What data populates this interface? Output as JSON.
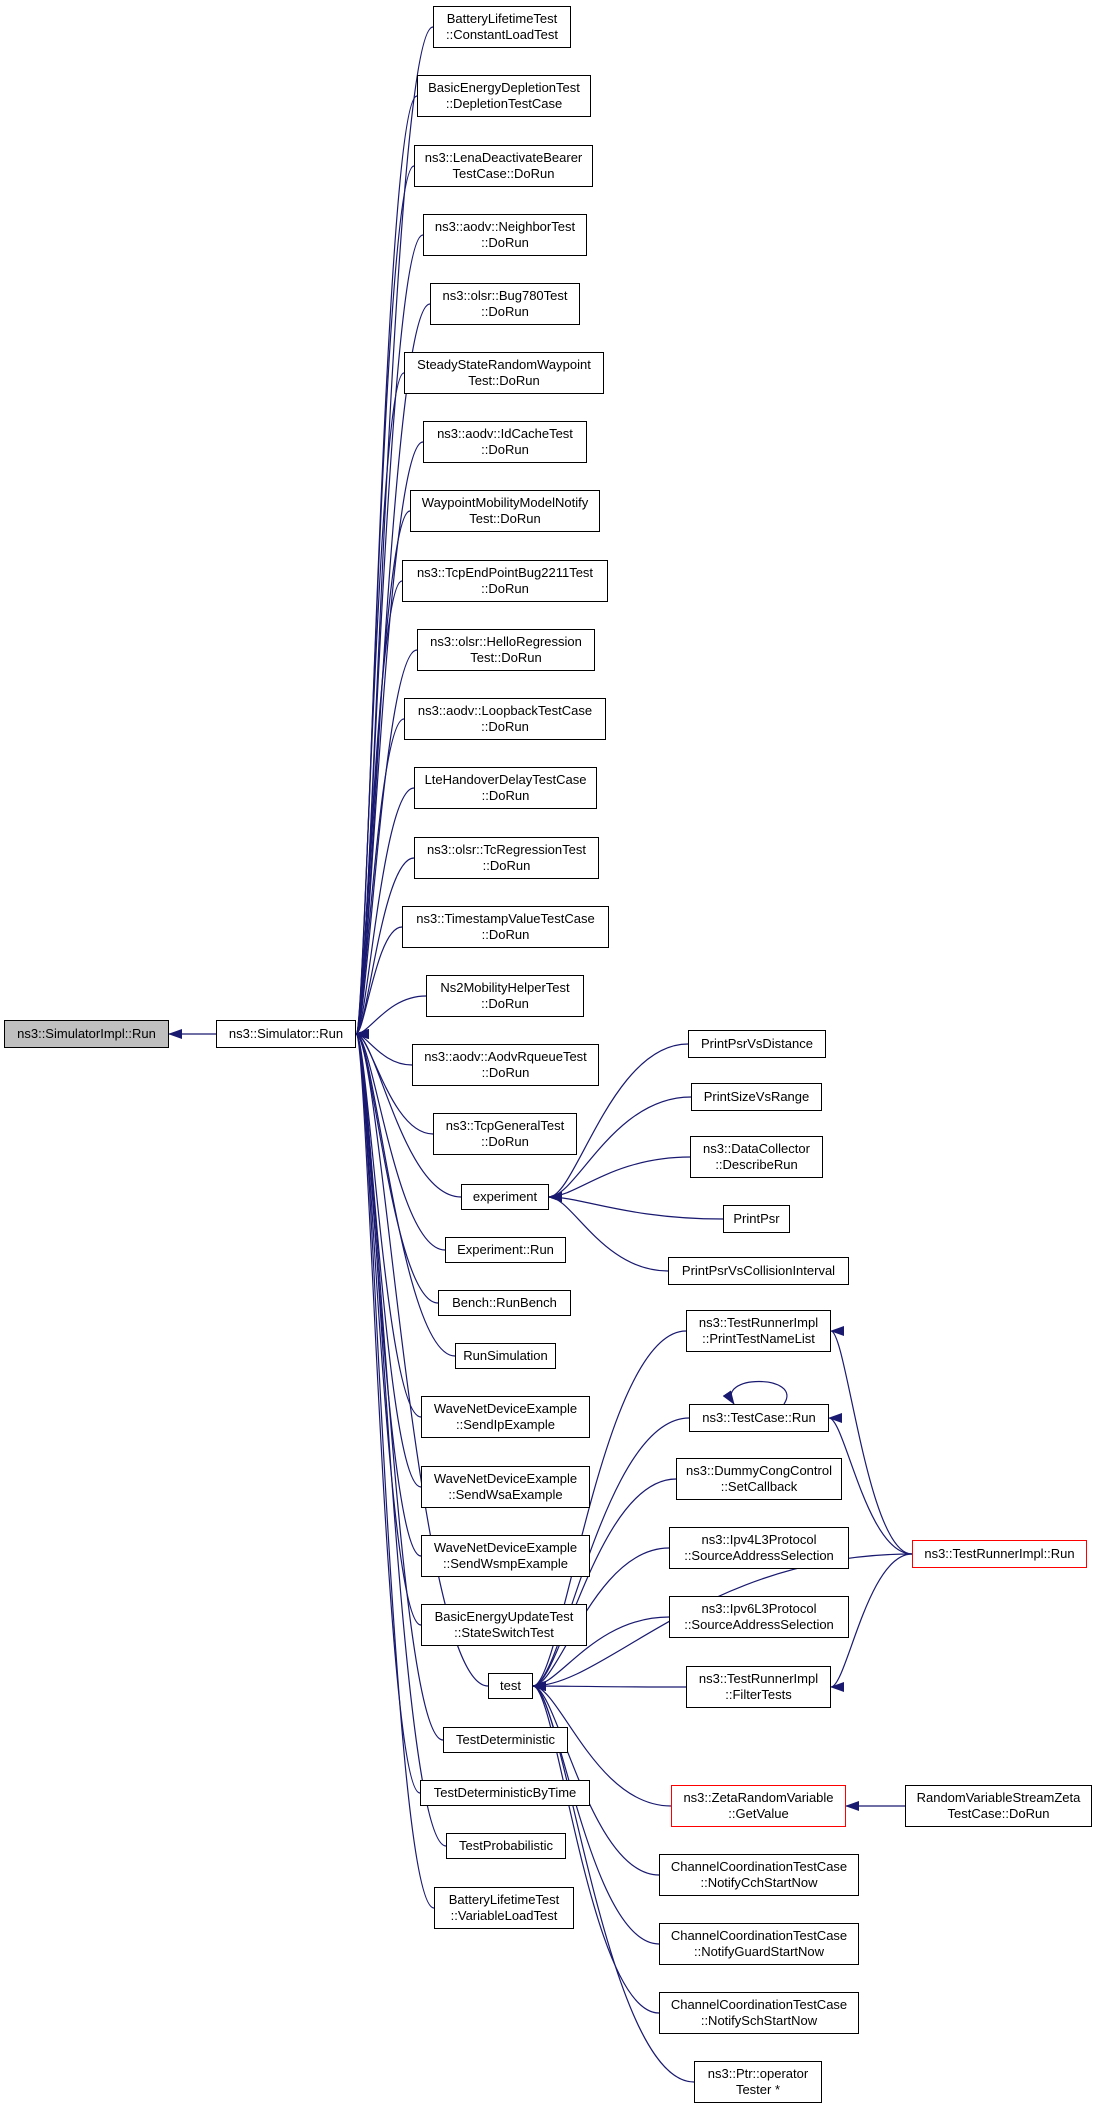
{
  "graph": {
    "colors": {
      "edge": "#191970",
      "node_border": "#000000",
      "node_border_partial": "#ff0000",
      "root_fill": "#bfbfbf",
      "node_fill": "#ffffff"
    },
    "nodes": [
      {
        "id": "simimpl_run",
        "lines": [
          "ns3::SimulatorImpl::Run"
        ],
        "style": "root"
      },
      {
        "id": "simulator_run",
        "lines": [
          "ns3::Simulator::Run"
        ],
        "style": "normal"
      },
      {
        "id": "battery_const",
        "lines": [
          "BatteryLifetimeTest",
          "::ConstantLoadTest"
        ],
        "style": "normal"
      },
      {
        "id": "basic_depletion",
        "lines": [
          "BasicEnergyDepletionTest",
          "::DepletionTestCase"
        ],
        "style": "normal"
      },
      {
        "id": "lena_deactivate",
        "lines": [
          "ns3::LenaDeactivateBearer",
          "TestCase::DoRun"
        ],
        "style": "normal"
      },
      {
        "id": "aodv_neighbor",
        "lines": [
          "ns3::aodv::NeighborTest",
          "::DoRun"
        ],
        "style": "normal"
      },
      {
        "id": "olsr_bug780",
        "lines": [
          "ns3::olsr::Bug780Test",
          "::DoRun"
        ],
        "style": "normal"
      },
      {
        "id": "steady_state",
        "lines": [
          "SteadyStateRandomWaypoint",
          "Test::DoRun"
        ],
        "style": "normal"
      },
      {
        "id": "aodv_idcache",
        "lines": [
          "ns3::aodv::IdCacheTest",
          "::DoRun"
        ],
        "style": "normal"
      },
      {
        "id": "waypoint_notify",
        "lines": [
          "WaypointMobilityModelNotify",
          "Test::DoRun"
        ],
        "style": "normal"
      },
      {
        "id": "tcp_endpoint",
        "lines": [
          "ns3::TcpEndPointBug2211Test",
          "::DoRun"
        ],
        "style": "normal"
      },
      {
        "id": "olsr_hello",
        "lines": [
          "ns3::olsr::HelloRegression",
          "Test::DoRun"
        ],
        "style": "normal"
      },
      {
        "id": "aodv_loopback",
        "lines": [
          "ns3::aodv::LoopbackTestCase",
          "::DoRun"
        ],
        "style": "normal"
      },
      {
        "id": "lte_handover",
        "lines": [
          "LteHandoverDelayTestCase",
          "::DoRun"
        ],
        "style": "normal"
      },
      {
        "id": "olsr_tc",
        "lines": [
          "ns3::olsr::TcRegressionTest",
          "::DoRun"
        ],
        "style": "normal"
      },
      {
        "id": "timestamp",
        "lines": [
          "ns3::TimestampValueTestCase",
          "::DoRun"
        ],
        "style": "normal"
      },
      {
        "id": "ns2_mobility",
        "lines": [
          "Ns2MobilityHelperTest",
          "::DoRun"
        ],
        "style": "normal"
      },
      {
        "id": "aodv_rqueue",
        "lines": [
          "ns3::aodv::AodvRqueueTest",
          "::DoRun"
        ],
        "style": "normal"
      },
      {
        "id": "tcp_general",
        "lines": [
          "ns3::TcpGeneralTest",
          "::DoRun"
        ],
        "style": "normal"
      },
      {
        "id": "experiment",
        "lines": [
          "experiment"
        ],
        "style": "normal"
      },
      {
        "id": "experiment_run",
        "lines": [
          "Experiment::Run"
        ],
        "style": "normal"
      },
      {
        "id": "bench_run",
        "lines": [
          "Bench::RunBench"
        ],
        "style": "normal"
      },
      {
        "id": "run_simulation",
        "lines": [
          "RunSimulation"
        ],
        "style": "normal"
      },
      {
        "id": "wave_ip",
        "lines": [
          "WaveNetDeviceExample",
          "::SendIpExample"
        ],
        "style": "normal"
      },
      {
        "id": "wave_wsa",
        "lines": [
          "WaveNetDeviceExample",
          "::SendWsaExample"
        ],
        "style": "normal"
      },
      {
        "id": "wave_wsmp",
        "lines": [
          "WaveNetDeviceExample",
          "::SendWsmpExample"
        ],
        "style": "normal"
      },
      {
        "id": "basic_update",
        "lines": [
          "BasicEnergyUpdateTest",
          "::StateSwitchTest"
        ],
        "style": "normal"
      },
      {
        "id": "test",
        "lines": [
          "test"
        ],
        "style": "normal"
      },
      {
        "id": "test_det",
        "lines": [
          "TestDeterministic"
        ],
        "style": "normal"
      },
      {
        "id": "test_det_time",
        "lines": [
          "TestDeterministicByTime"
        ],
        "style": "normal"
      },
      {
        "id": "test_prob",
        "lines": [
          "TestProbabilistic"
        ],
        "style": "normal"
      },
      {
        "id": "battery_var",
        "lines": [
          "BatteryLifetimeTest",
          "::VariableLoadTest"
        ],
        "style": "normal"
      },
      {
        "id": "print_dist",
        "lines": [
          "PrintPsrVsDistance"
        ],
        "style": "normal"
      },
      {
        "id": "print_size",
        "lines": [
          "PrintSizeVsRange"
        ],
        "style": "normal"
      },
      {
        "id": "data_collector",
        "lines": [
          "ns3::DataCollector",
          "::DescribeRun"
        ],
        "style": "normal"
      },
      {
        "id": "print_psr",
        "lines": [
          "PrintPsr"
        ],
        "style": "normal"
      },
      {
        "id": "print_coll",
        "lines": [
          "PrintPsrVsCollisionInterval"
        ],
        "style": "normal"
      },
      {
        "id": "runner_print",
        "lines": [
          "ns3::TestRunnerImpl",
          "::PrintTestNameList"
        ],
        "style": "normal"
      },
      {
        "id": "testcase_run",
        "lines": [
          "ns3::TestCase::Run"
        ],
        "style": "normal"
      },
      {
        "id": "dummy_cong",
        "lines": [
          "ns3::DummyCongControl",
          "::SetCallback"
        ],
        "style": "normal"
      },
      {
        "id": "ipv4_src",
        "lines": [
          "ns3::Ipv4L3Protocol",
          "::SourceAddressSelection"
        ],
        "style": "normal"
      },
      {
        "id": "ipv6_src",
        "lines": [
          "ns3::Ipv6L3Protocol",
          "::SourceAddressSelection"
        ],
        "style": "normal"
      },
      {
        "id": "runner_filter",
        "lines": [
          "ns3::TestRunnerImpl",
          "::FilterTests"
        ],
        "style": "normal"
      },
      {
        "id": "zeta_get",
        "lines": [
          "ns3::ZetaRandomVariable",
          "::GetValue"
        ],
        "style": "partial"
      },
      {
        "id": "channel_cch",
        "lines": [
          "ChannelCoordinationTestCase",
          "::NotifyCchStartNow"
        ],
        "style": "normal"
      },
      {
        "id": "channel_guard",
        "lines": [
          "ChannelCoordinationTestCase",
          "::NotifyGuardStartNow"
        ],
        "style": "normal"
      },
      {
        "id": "channel_sch",
        "lines": [
          "ChannelCoordinationTestCase",
          "::NotifySchStartNow"
        ],
        "style": "normal"
      },
      {
        "id": "ptr_operator",
        "lines": [
          "ns3::Ptr::operator",
          "Tester *"
        ],
        "style": "normal"
      },
      {
        "id": "runner_run",
        "lines": [
          "ns3::TestRunnerImpl::Run"
        ],
        "style": "partial"
      },
      {
        "id": "zeta_stream",
        "lines": [
          "RandomVariableStreamZeta",
          "TestCase::DoRun"
        ],
        "style": "normal"
      }
    ],
    "edges": [
      {
        "from": "simulator_run",
        "to": "simimpl_run"
      },
      {
        "from": "battery_const",
        "to": "simulator_run"
      },
      {
        "from": "basic_depletion",
        "to": "simulator_run"
      },
      {
        "from": "lena_deactivate",
        "to": "simulator_run"
      },
      {
        "from": "aodv_neighbor",
        "to": "simulator_run"
      },
      {
        "from": "olsr_bug780",
        "to": "simulator_run"
      },
      {
        "from": "steady_state",
        "to": "simulator_run"
      },
      {
        "from": "aodv_idcache",
        "to": "simulator_run"
      },
      {
        "from": "waypoint_notify",
        "to": "simulator_run"
      },
      {
        "from": "tcp_endpoint",
        "to": "simulator_run"
      },
      {
        "from": "olsr_hello",
        "to": "simulator_run"
      },
      {
        "from": "aodv_loopback",
        "to": "simulator_run"
      },
      {
        "from": "lte_handover",
        "to": "simulator_run"
      },
      {
        "from": "olsr_tc",
        "to": "simulator_run"
      },
      {
        "from": "timestamp",
        "to": "simulator_run"
      },
      {
        "from": "ns2_mobility",
        "to": "simulator_run"
      },
      {
        "from": "aodv_rqueue",
        "to": "simulator_run"
      },
      {
        "from": "tcp_general",
        "to": "simulator_run"
      },
      {
        "from": "experiment",
        "to": "simulator_run"
      },
      {
        "from": "experiment_run",
        "to": "simulator_run"
      },
      {
        "from": "bench_run",
        "to": "simulator_run"
      },
      {
        "from": "run_simulation",
        "to": "simulator_run"
      },
      {
        "from": "wave_ip",
        "to": "simulator_run"
      },
      {
        "from": "wave_wsa",
        "to": "simulator_run"
      },
      {
        "from": "wave_wsmp",
        "to": "simulator_run"
      },
      {
        "from": "basic_update",
        "to": "simulator_run"
      },
      {
        "from": "test",
        "to": "simulator_run"
      },
      {
        "from": "test_det",
        "to": "simulator_run"
      },
      {
        "from": "test_det_time",
        "to": "simulator_run"
      },
      {
        "from": "test_prob",
        "to": "simulator_run"
      },
      {
        "from": "battery_var",
        "to": "simulator_run"
      },
      {
        "from": "print_dist",
        "to": "experiment"
      },
      {
        "from": "print_size",
        "to": "experiment"
      },
      {
        "from": "data_collector",
        "to": "experiment"
      },
      {
        "from": "print_psr",
        "to": "experiment"
      },
      {
        "from": "print_coll",
        "to": "experiment"
      },
      {
        "from": "runner_print",
        "to": "test"
      },
      {
        "from": "testcase_run",
        "to": "test"
      },
      {
        "from": "testcase_run",
        "to": "testcase_run"
      },
      {
        "from": "dummy_cong",
        "to": "test"
      },
      {
        "from": "ipv4_src",
        "to": "test"
      },
      {
        "from": "ipv6_src",
        "to": "test"
      },
      {
        "from": "runner_filter",
        "to": "test"
      },
      {
        "from": "zeta_get",
        "to": "test"
      },
      {
        "from": "channel_cch",
        "to": "test"
      },
      {
        "from": "channel_guard",
        "to": "test"
      },
      {
        "from": "channel_sch",
        "to": "test"
      },
      {
        "from": "ptr_operator",
        "to": "test"
      },
      {
        "from": "runner_run",
        "to": "test"
      },
      {
        "from": "runner_run",
        "to": "runner_print"
      },
      {
        "from": "runner_run",
        "to": "testcase_run"
      },
      {
        "from": "runner_run",
        "to": "runner_filter"
      },
      {
        "from": "zeta_stream",
        "to": "zeta_get"
      }
    ]
  }
}
